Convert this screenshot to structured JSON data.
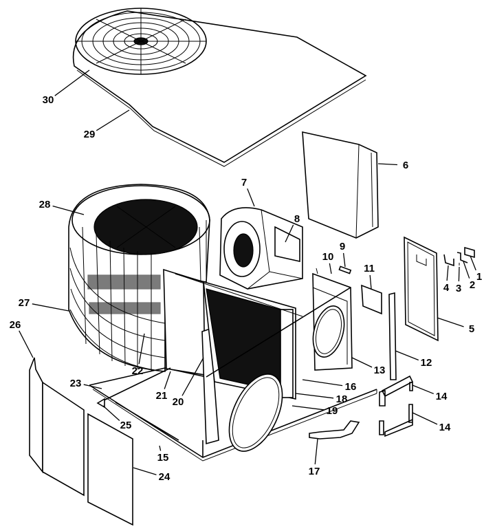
{
  "diagram": {
    "type": "exploded-parts-diagram",
    "colors": {
      "ink": "#000000",
      "paper": "#ffffff"
    },
    "callouts": [
      "1",
      "2",
      "3",
      "4",
      "5",
      "6",
      "7",
      "8",
      "9",
      "10",
      "11",
      "12",
      "13",
      "14",
      "14",
      "15",
      "16",
      "17",
      "18",
      "19",
      "20",
      "21",
      "22",
      "23",
      "24",
      "25",
      "26",
      "27",
      "28",
      "29",
      "30"
    ]
  }
}
